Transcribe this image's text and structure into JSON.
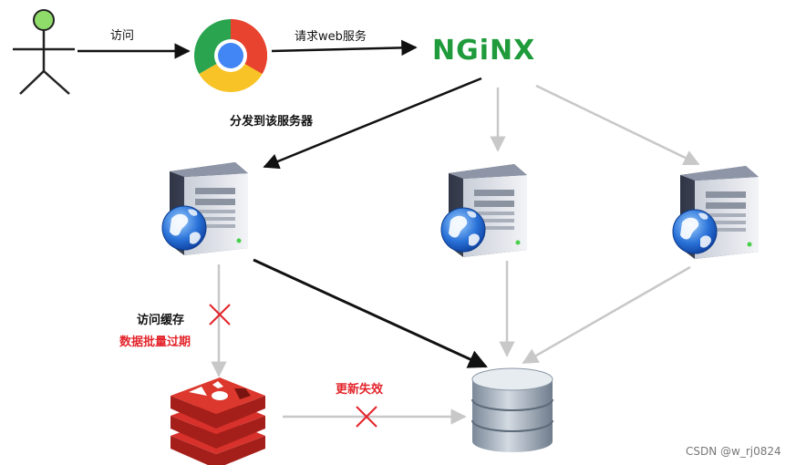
{
  "labels": {
    "visit": "访问",
    "request_web": "请求web服务",
    "dispatch": "分发到该服务器",
    "access_cache": "访问缓存",
    "cache_expired": "数据批量过期",
    "update_failed": "更新失效"
  },
  "nginx_logo": "NGiNX",
  "watermark": "CSDN @w_rj0824",
  "colors": {
    "active_arrow": "#111111",
    "inactive_arrow": "#c8c8c8",
    "failure_mark": "#e3242b",
    "nginx_green": "#1f9b3b",
    "redis_red": "#d8312b"
  },
  "icons": {
    "user": "stick-figure-icon",
    "browser": "chrome-icon",
    "server": "web-server-globe-icon",
    "cache": "redis-icon",
    "database": "database-icon"
  }
}
